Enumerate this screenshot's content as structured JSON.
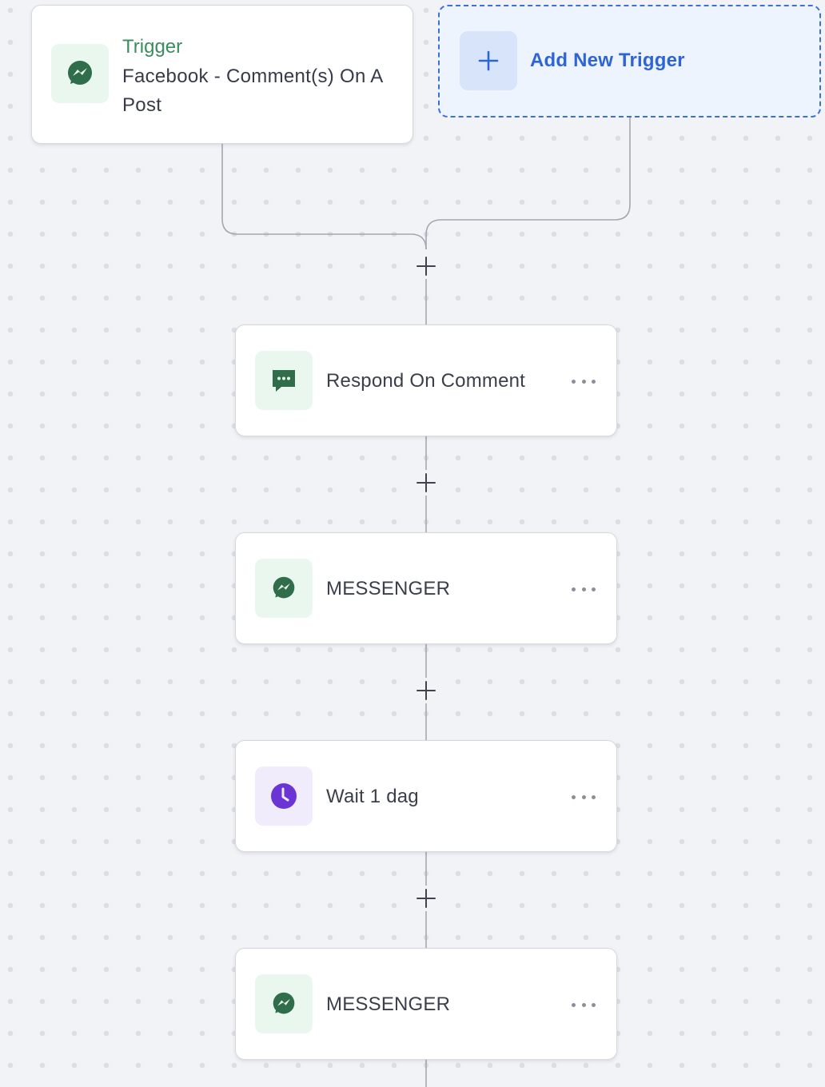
{
  "trigger": {
    "label": "Trigger",
    "description": "Facebook - Comment(s) On A Post",
    "icon": "messenger-icon",
    "accent_color": "#3a8d5c"
  },
  "add_trigger": {
    "label": "Add New Trigger",
    "icon": "plus-icon",
    "accent_color": "#2e64d6"
  },
  "steps": [
    {
      "label": "Respond On Comment",
      "icon": "comment-icon"
    },
    {
      "label": "MESSENGER",
      "icon": "messenger-icon"
    },
    {
      "label": "Wait 1 dag",
      "icon": "clock-icon"
    },
    {
      "label": "MESSENGER",
      "icon": "messenger-icon"
    }
  ],
  "add_step_icon": "plus-icon",
  "more_icon": "more-horizontal-icon",
  "colors": {
    "canvas_bg": "#f2f3f7",
    "icon_green": "#2f6d4b",
    "icon_purple": "#6b35d6",
    "connector": "#a3a7b1"
  }
}
